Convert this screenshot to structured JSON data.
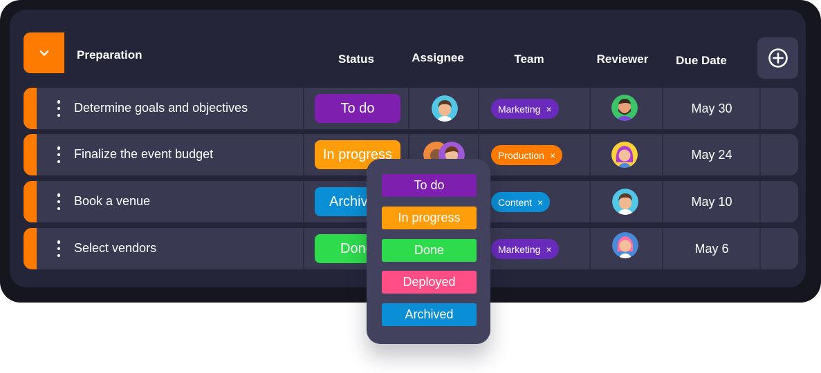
{
  "group": {
    "title": "Preparation"
  },
  "columns": {
    "status": "Status",
    "assignee": "Assignee",
    "team": "Team",
    "reviewer": "Reviewer",
    "due": "Due Date"
  },
  "colors": {
    "accent": "#ff7b00",
    "todo": "#7e1fb0",
    "in_progress": "#ff9d0a",
    "done": "#2edb4c",
    "deployed": "#ff4f86",
    "archived": "#0a8fd6",
    "marketing": "#6a2bbd",
    "production": "#ff7b00",
    "content": "#0a8fd6"
  },
  "rows": [
    {
      "task": "Determine goals and objectives",
      "status": "To do",
      "team": "Marketing",
      "team_close": "×",
      "due": "May 30",
      "assignee_icon": "avatar-man-curly-hair",
      "reviewer_icon": "avatar-man-beard"
    },
    {
      "task": "Finalize the event budget",
      "status": "In progress",
      "team": "Production",
      "team_close": "×",
      "due": "May 24",
      "assignee_icon": "avatar-group",
      "reviewer_icon": "avatar-woman-purple-hair"
    },
    {
      "task": "Book a venue",
      "status": "Archived",
      "team": "Content",
      "team_close": "×",
      "due": "May 10",
      "assignee_icon": "avatar-man-curly-hair",
      "reviewer_icon": "avatar-man-curly-hair"
    },
    {
      "task": "Select vendors",
      "status": "Done",
      "team": "Marketing",
      "team_close": "×",
      "due": "May 6",
      "assignee_icon": "avatar-man-curly-hair",
      "reviewer_icon": "avatar-woman-pink-hair"
    }
  ],
  "dropdown": {
    "options": [
      "To do",
      "In progress",
      "Done",
      "Deployed",
      "Archived"
    ]
  },
  "icons": {
    "collapse": "chevron-down-icon",
    "add_column": "plus-circle-icon",
    "row_menu": "kebab-menu-icon"
  }
}
